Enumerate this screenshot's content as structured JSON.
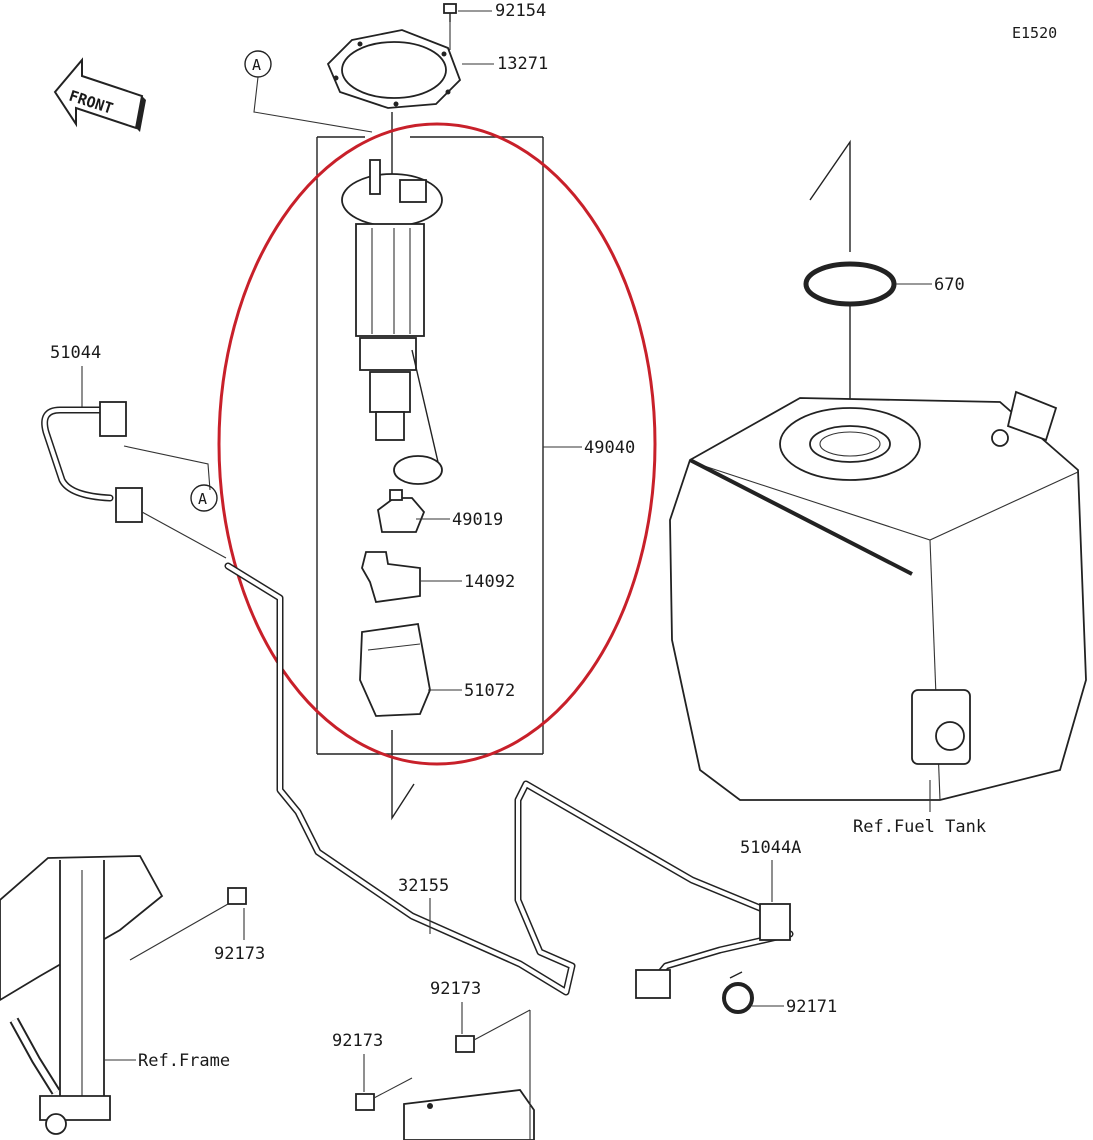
{
  "diagram_code": "E1520",
  "front_label": "FRONT",
  "ref_a_label": "A",
  "highlight_color": "#c8202a",
  "parts": {
    "p92154": "92154",
    "p13271": "13271",
    "p670": "670",
    "p51044": "51044",
    "p49040": "49040",
    "p49019": "49019",
    "p14092": "14092",
    "p51072": "51072",
    "p32155": "32155",
    "p51044a": "51044A",
    "p92173": "92173",
    "p92171": "92171"
  },
  "refs": {
    "fuel_tank": "Ref.Fuel Tank",
    "frame": "Ref.Frame"
  }
}
